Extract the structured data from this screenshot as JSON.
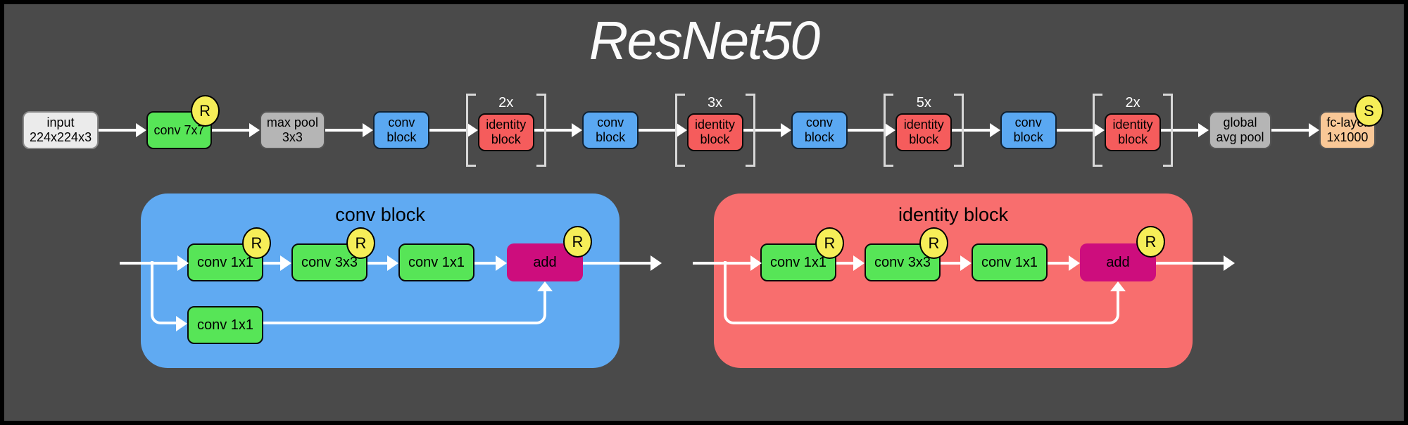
{
  "title": "ResNet50",
  "colors": {
    "background": "#4a4a4a",
    "frame": "#000000",
    "input_block": "#ebebeb",
    "conv_green": "#57e557",
    "pool_gray": "#b5b5b5",
    "conv_block_blue": "#5aa8f2",
    "identity_block_red": "#f55c5c",
    "panel_blue": "#60aaf2",
    "panel_red": "#f86e6e",
    "fc_peach": "#f9c897",
    "add_magenta": "#cd0d7d",
    "badge_yellow": "#f6ee58",
    "arrow_white": "#ffffff",
    "bracket_gray": "#d8d8d8"
  },
  "pipeline": {
    "blocks": [
      {
        "line1": "input",
        "line2": "224x224x3"
      },
      {
        "line1": "conv 7x7",
        "badge": "R"
      },
      {
        "line1": "max pool",
        "line2": "3x3"
      },
      {
        "line1": "conv",
        "line2": "block"
      },
      {
        "line1": "identity",
        "line2": "block",
        "repeat": "2x"
      },
      {
        "line1": "conv",
        "line2": "block"
      },
      {
        "line1": "identity",
        "line2": "block",
        "repeat": "3x"
      },
      {
        "line1": "conv",
        "line2": "block"
      },
      {
        "line1": "identity",
        "line2": "block",
        "repeat": "5x"
      },
      {
        "line1": "conv",
        "line2": "block"
      },
      {
        "line1": "identity",
        "line2": "block",
        "repeat": "2x"
      },
      {
        "line1": "global",
        "line2": "avg pool"
      },
      {
        "line1": "fc-layer",
        "line2": "1x1000",
        "badge": "S"
      }
    ]
  },
  "conv_panel": {
    "title": "conv block",
    "main_path": [
      {
        "label": "conv 1x1",
        "badge": "R"
      },
      {
        "label": "conv 3x3",
        "badge": "R"
      },
      {
        "label": "conv 1x1"
      },
      {
        "label": "add",
        "badge": "R"
      }
    ],
    "shortcut": {
      "label": "conv 1x1"
    }
  },
  "identity_panel": {
    "title": "identity block",
    "main_path": [
      {
        "label": "conv 1x1",
        "badge": "R"
      },
      {
        "label": "conv 3x3",
        "badge": "R"
      },
      {
        "label": "conv 1x1"
      },
      {
        "label": "add",
        "badge": "R"
      }
    ]
  }
}
